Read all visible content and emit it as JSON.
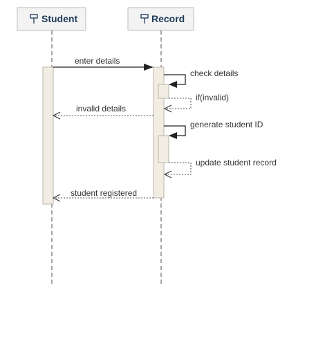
{
  "participants": {
    "student": {
      "label": "Student",
      "icon": "lifeline-icon"
    },
    "record": {
      "label": "Record",
      "icon": "lifeline-icon"
    }
  },
  "messages": {
    "enter_details": "enter details",
    "check_details": "check details",
    "if_invalid": "if(invalid)",
    "invalid_details": "invalid details",
    "generate_student_id": "generate student ID",
    "update_student_record": "update student record",
    "student_registered": "student registered"
  }
}
